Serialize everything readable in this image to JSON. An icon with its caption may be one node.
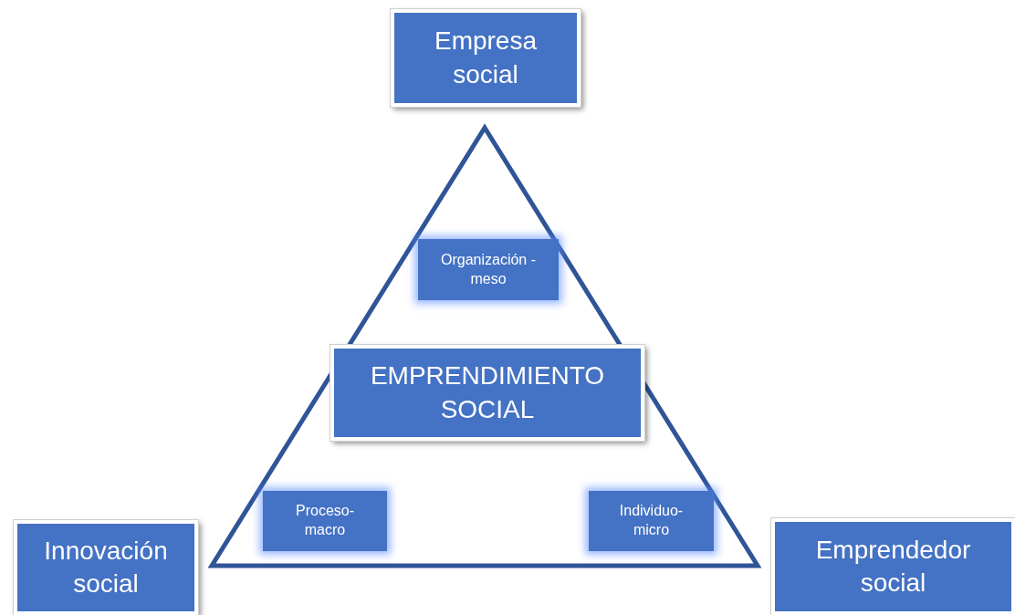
{
  "diagram": {
    "nodes": [
      {
        "text": [
          "Empresa social"
        ]
      },
      {
        "text": [
          "Organización - meso"
        ]
      },
      {
        "text": [
          "EMPRENDIMIENTO SOCIAL"
        ]
      },
      {
        "text": [
          "Proceso-macro"
        ]
      },
      {
        "text": [
          "Individuo-micro"
        ]
      },
      {
        "text": [
          "Innovación social"
        ]
      },
      {
        "text": [
          "Emprendedor social"
        ]
      }
    ]
  }
}
